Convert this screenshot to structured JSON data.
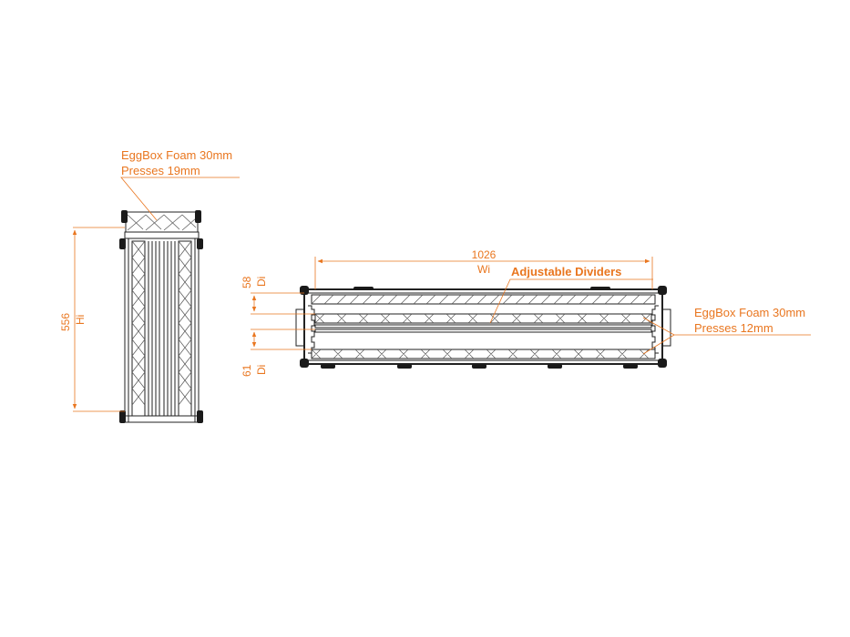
{
  "colors": {
    "annotation": "#e9761f",
    "outline": "#222222"
  },
  "side_view": {
    "foam_label": "EggBox Foam 30mm",
    "foam_presses": "Presses 19mm",
    "height_value": "556",
    "height_symbol": "Hi"
  },
  "front_view": {
    "width_value": "1026",
    "width_symbol": "Wi",
    "dividers_label": "Adjustable Dividers",
    "foam_label": "EggBox Foam 30mm",
    "foam_presses": "Presses 12mm",
    "top_depth_value": "58",
    "top_depth_symbol": "Di",
    "bottom_depth_value": "61",
    "bottom_depth_symbol": "Di"
  }
}
